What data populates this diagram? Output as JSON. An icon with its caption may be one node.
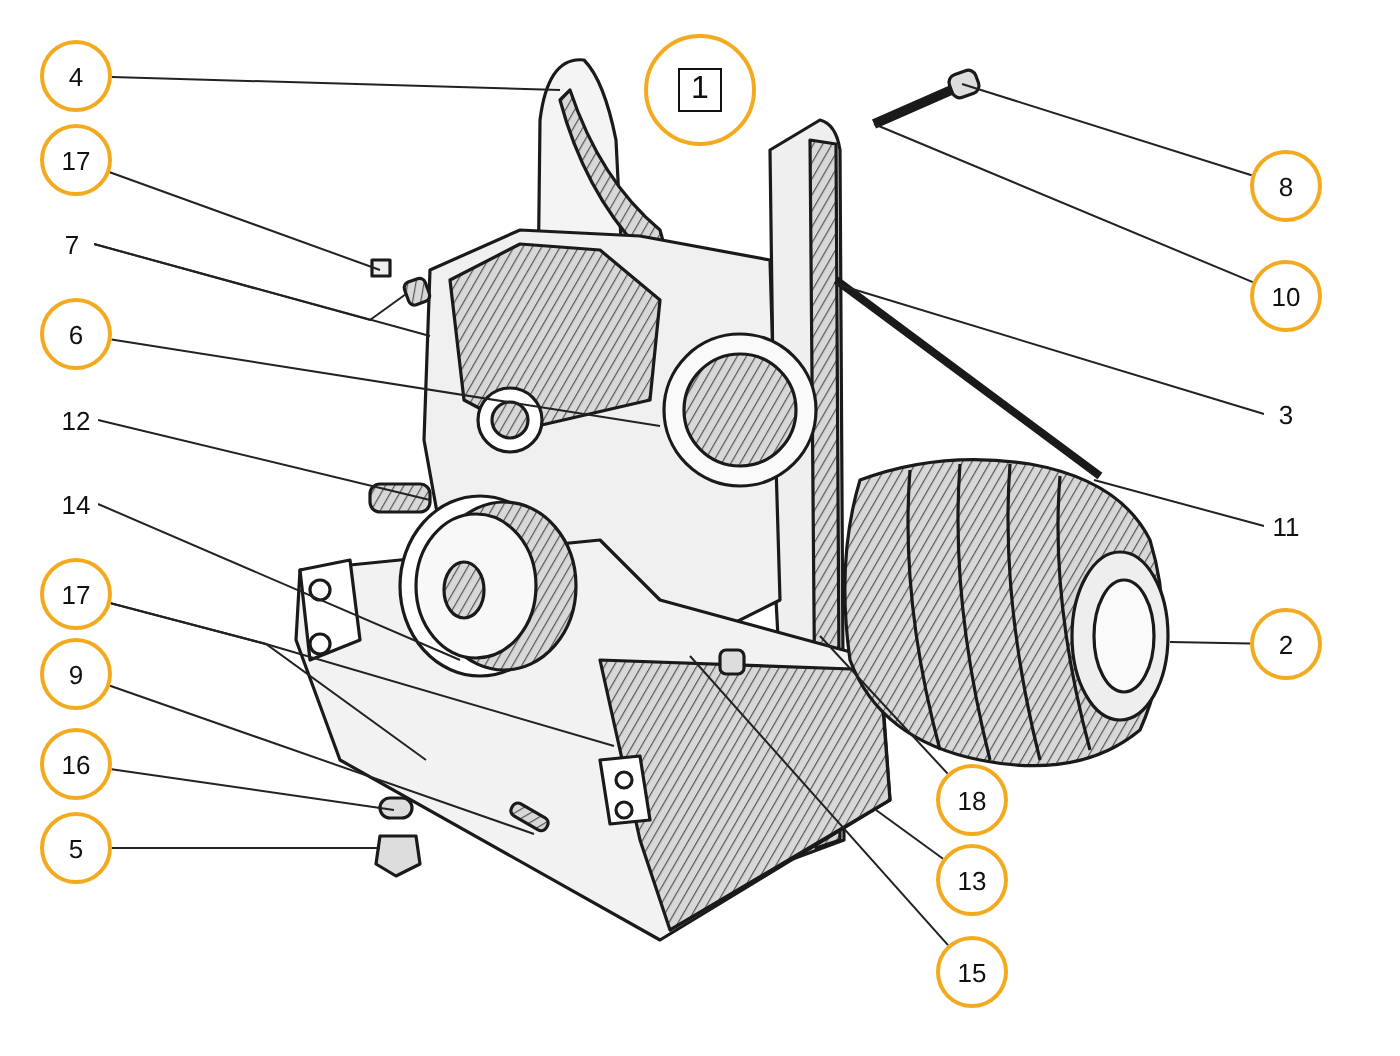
{
  "diagram": {
    "nodes": [
      {
        "text": [
          "4"
        ]
      },
      {
        "text": [
          "1"
        ]
      },
      {
        "text": [
          "8"
        ]
      },
      {
        "text": [
          "17"
        ]
      },
      {
        "text": [
          "10"
        ]
      },
      {
        "text": [
          "7"
        ]
      },
      {
        "text": [
          "6"
        ]
      },
      {
        "text": [
          "3"
        ]
      },
      {
        "text": [
          "12"
        ]
      },
      {
        "text": [
          "11"
        ]
      },
      {
        "text": [
          "14"
        ]
      },
      {
        "text": [
          "2"
        ]
      },
      {
        "text": [
          "17"
        ]
      },
      {
        "text": [
          "9"
        ]
      },
      {
        "text": [
          "18"
        ]
      },
      {
        "text": [
          "16"
        ]
      },
      {
        "text": [
          "13"
        ]
      },
      {
        "text": [
          "5"
        ]
      },
      {
        "text": [
          "15"
        ]
      }
    ],
    "edges": [
      {
        "from": 0,
        "to": null,
        "arrow": "none"
      },
      {
        "from": 3,
        "to": null,
        "arrow": "none"
      },
      {
        "from": 5,
        "to": null,
        "arrow": "none"
      },
      {
        "from": 5,
        "to": null,
        "arrow": "none"
      },
      {
        "from": 6,
        "to": null,
        "arrow": "none"
      },
      {
        "from": 8,
        "to": null,
        "arrow": "none"
      },
      {
        "from": 10,
        "to": null,
        "arrow": "none"
      },
      {
        "from": 12,
        "to": null,
        "arrow": "none"
      },
      {
        "from": 12,
        "to": null,
        "arrow": "none"
      },
      {
        "from": 13,
        "to": null,
        "arrow": "none"
      },
      {
        "from": 15,
        "to": null,
        "arrow": "none"
      },
      {
        "from": 17,
        "to": null,
        "arrow": "none"
      },
      {
        "from": 2,
        "to": null,
        "arrow": "none"
      },
      {
        "from": 4,
        "to": null,
        "arrow": "none"
      },
      {
        "from": 7,
        "to": null,
        "arrow": "none"
      },
      {
        "from": 9,
        "to": null,
        "arrow": "none"
      },
      {
        "from": 11,
        "to": null,
        "arrow": "none"
      },
      {
        "from": 14,
        "to": null,
        "arrow": "none"
      },
      {
        "from": 16,
        "to": null,
        "arrow": "none"
      },
      {
        "from": 18,
        "to": null,
        "arrow": "none"
      }
    ]
  }
}
